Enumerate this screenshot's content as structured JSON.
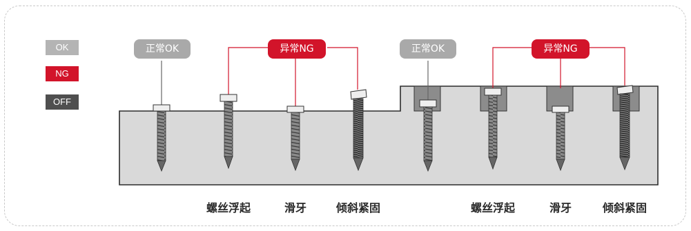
{
  "legend": {
    "ok": "OK",
    "ng": "NG",
    "off": "OFF"
  },
  "badges": {
    "normal_label": "正常OK",
    "abnormal_label": "异常NG"
  },
  "captions": {
    "floating": "螺丝浮起",
    "stripped": "滑牙",
    "tilted": "倾斜紧固"
  },
  "colors": {
    "ng": "#d2142a",
    "ok": "#a9a9a9",
    "off": "#4f4f4f",
    "block": "#d9d9d9"
  }
}
